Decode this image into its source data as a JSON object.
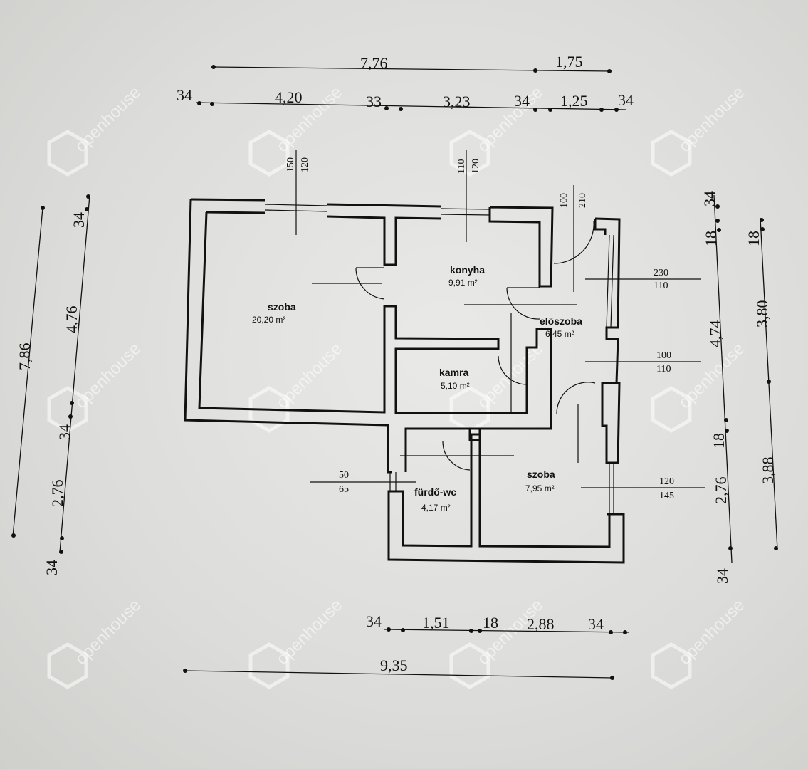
{
  "watermark": "openhouse",
  "top_dims": {
    "row1": [
      "7,76",
      "1,75"
    ],
    "row2": [
      "34",
      "4,20",
      "33",
      "3,23",
      "34",
      "1,25",
      "34"
    ]
  },
  "bottom_dims": {
    "row1": [
      "34",
      "1,51",
      "18",
      "2,88",
      "34"
    ],
    "total": "9,35"
  },
  "left_dims": {
    "outer_total": "7,86",
    "segments": [
      "34",
      "4,76",
      "34",
      "2,76",
      "34"
    ]
  },
  "right_dims": {
    "inner": [
      "34",
      "18",
      "4,74",
      "18",
      "2,76",
      "34"
    ],
    "outer": [
      "18",
      "3,80",
      "3,88"
    ]
  },
  "rooms": [
    {
      "name": "szoba",
      "area": "20,20 m²"
    },
    {
      "name": "konyha",
      "area": "9,91 m²"
    },
    {
      "name": "előszoba",
      "area": "6,45 m²"
    },
    {
      "name": "kamra",
      "area": "5,10 m²"
    },
    {
      "name": "fürdő-wc",
      "area": "4,17 m²"
    },
    {
      "name": "szoba",
      "area": "7,95 m²"
    }
  ],
  "openings": [
    {
      "top": "150",
      "bottom": "120"
    },
    {
      "top": "110",
      "bottom": "120"
    },
    {
      "top": "100",
      "bottom": "210"
    },
    {
      "top": "230",
      "bottom": "110"
    },
    {
      "top": "100",
      "bottom": "110"
    },
    {
      "top": "50",
      "bottom": "65"
    },
    {
      "top": "120",
      "bottom": "145"
    }
  ]
}
